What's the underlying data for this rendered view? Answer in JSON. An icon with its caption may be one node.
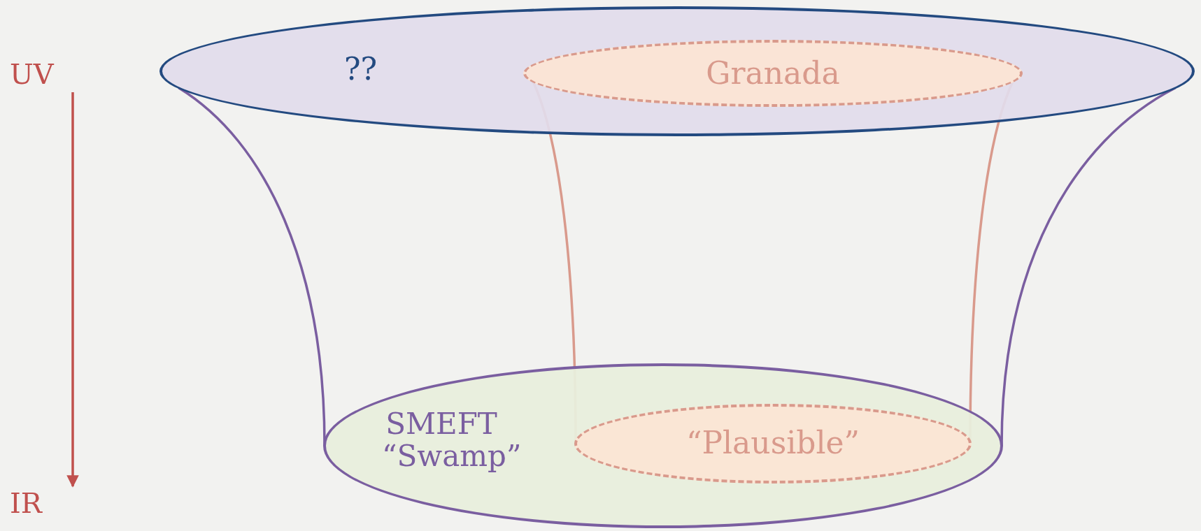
{
  "diagram": {
    "nodes": [
      {
        "text": [
          "UV"
        ]
      },
      {
        "text": [
          "??"
        ]
      },
      {
        "text": [
          "Granada"
        ],
        "in": 1
      },
      {
        "text": [
          "SMEFT “Swamp”"
        ]
      },
      {
        "text": [
          "“Plausible”"
        ],
        "in": 3
      },
      {
        "text": [
          "IR"
        ]
      }
    ],
    "edges": [
      {
        "from": 0,
        "to": 5,
        "arrow": "to",
        "color": "#c0504d"
      },
      {
        "from": 1,
        "to": 3,
        "arrow": "none",
        "color": "#7a5ea0"
      },
      {
        "from": 1,
        "to": 3,
        "arrow": "none",
        "color": "#7a5ea0"
      },
      {
        "from": 2,
        "to": 4,
        "arrow": "none",
        "color": "#d99a8c"
      },
      {
        "from": 2,
        "to": 4,
        "arrow": "none",
        "color": "#d99a8c"
      }
    ]
  }
}
